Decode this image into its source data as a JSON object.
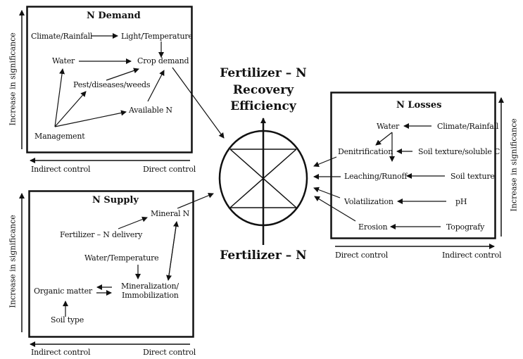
{
  "center": {
    "output_label_line1": "Fertilizer – N",
    "output_label_line2": "Recovery",
    "output_label_line3": "Efficiency",
    "input_label": "Fertilizer – N"
  },
  "demand": {
    "title": "N Demand",
    "nodes": {
      "climate": "Climate/Rainfall",
      "light": "Light/Temperature",
      "water": "Water",
      "crop": "Crop demand",
      "pest": "Pest/diseases/weeds",
      "available": "Available N",
      "management": "Management"
    },
    "axis_y": "Increase in significance",
    "axis_x_left": "Indirect control",
    "axis_x_right": "Direct control"
  },
  "supply": {
    "title": "N Supply",
    "nodes": {
      "mineral": "Mineral N",
      "fert_delivery": "Fertilizer – N delivery",
      "water_temp": "Water/Temperature",
      "mineralization_1": "Mineralization/",
      "mineralization_2": "Immobilization",
      "organic": "Organic matter",
      "soil_type": "Soil type"
    },
    "axis_y": "Increase in significance",
    "axis_x_left": "Indirect control",
    "axis_x_right": "Direct control"
  },
  "losses": {
    "title": "N Losses",
    "nodes": {
      "water": "Water",
      "climate": "Climate/Rainfall",
      "denitrification": "Denitrification",
      "soil_texture_c": "Soil texture/soluble C",
      "leaching": "Leaching/Runoff",
      "soil_texture": "Soil texture",
      "volatilization": "Volatilization",
      "ph": "pH",
      "erosion": "Erosion",
      "topography": "Topografy"
    },
    "axis_y": "Increase in significance",
    "axis_x_left": "Direct control",
    "axis_x_right": "Indirect control"
  }
}
